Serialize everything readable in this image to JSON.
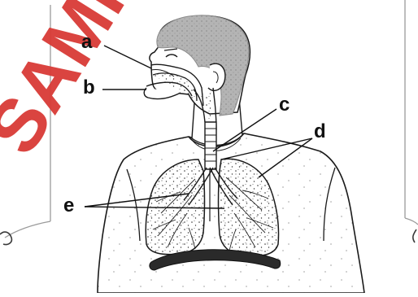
{
  "labels": {
    "a": "a",
    "b": "b",
    "c": "c",
    "d": "d",
    "e": "e"
  },
  "watermark": "SAMPLES",
  "colors": {
    "watermark": "#d93b36",
    "ink": "#1a1a1a",
    "hair": "#a9a9a9",
    "lung_fill": "#ffffff",
    "diaphragm": "#2a2a2a",
    "page_frame": "#9a9a9a"
  }
}
